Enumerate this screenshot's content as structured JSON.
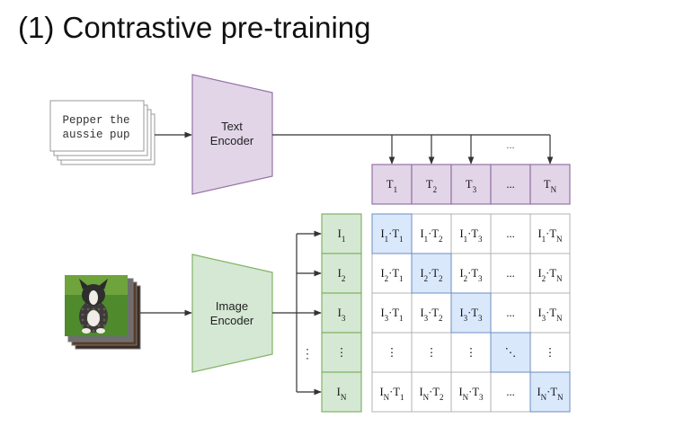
{
  "title": "(1) Contrastive pre-training",
  "text_input": {
    "line1": "Pepper the",
    "line2": "aussie pup"
  },
  "text_encoder": {
    "line1": "Text",
    "line2": "Encoder"
  },
  "image_encoder": {
    "line1": "Image",
    "line2": "Encoder"
  },
  "text_embeddings": [
    {
      "base": "T",
      "sub": "1"
    },
    {
      "base": "T",
      "sub": "2"
    },
    {
      "base": "T",
      "sub": "3"
    },
    {
      "base": "...",
      "sub": ""
    },
    {
      "base": "T",
      "sub": "N"
    }
  ],
  "image_embeddings": [
    {
      "base": "I",
      "sub": "1"
    },
    {
      "base": "I",
      "sub": "2"
    },
    {
      "base": "I",
      "sub": "3"
    },
    {
      "base": "⋮",
      "sub": ""
    },
    {
      "base": "I",
      "sub": "N"
    }
  ],
  "ellipsis_h": "...",
  "ellipsis_v": "⋮",
  "ellipsis_diag": "⋱",
  "colors": {
    "text_fill": "#e1d5e7",
    "text_stroke": "#9673a6",
    "image_fill": "#d5e8d4",
    "image_stroke": "#82b366",
    "diag_fill": "#dae8fc",
    "diag_stroke": "#6c8ebf",
    "grid_stroke": "#b3b3b3",
    "arrow": "#444444"
  }
}
